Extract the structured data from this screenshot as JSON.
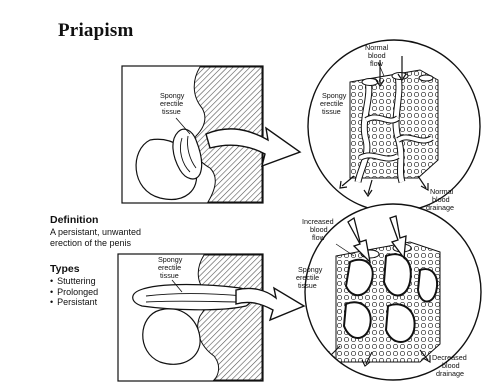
{
  "title": "Priapism",
  "definition": {
    "heading": "Definition",
    "text_line1": "A persistant, unwanted",
    "text_line2": "erection of the penis"
  },
  "types": {
    "heading": "Types",
    "items": [
      "Stuttering",
      "Prolonged",
      "Persistant"
    ]
  },
  "top_panel": {
    "tissue_label": [
      "Spongy",
      "erectile",
      "tissue"
    ]
  },
  "top_circle": {
    "flow_label": [
      "Normal",
      "blood",
      "flow"
    ],
    "tissue_label": [
      "Spongy",
      "erectile",
      "tissue"
    ],
    "drainage_label": [
      "Normal",
      "blood",
      "drainage"
    ]
  },
  "bottom_panel": {
    "tissue_label": [
      "Spongy",
      "erectile",
      "tissue"
    ]
  },
  "bottom_circle": {
    "flow_label": [
      "Increased",
      "blood",
      "flow"
    ],
    "tissue_label": [
      "Spongy",
      "erectile",
      "tissue"
    ],
    "drainage_label": [
      "Decreased",
      "blood",
      "drainage"
    ]
  }
}
